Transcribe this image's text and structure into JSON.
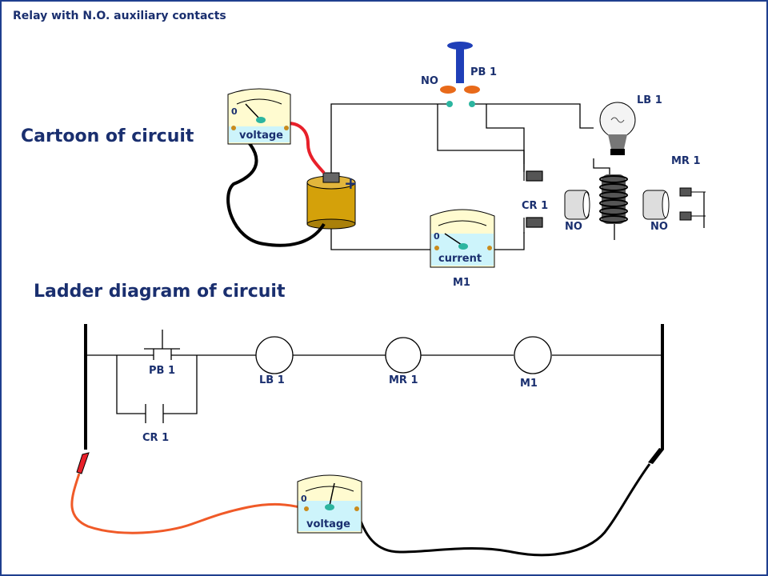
{
  "title": "Relay with N.O. auxiliary contacts",
  "cartoon_heading": "Cartoon of circuit",
  "ladder_heading": "Ladder diagram of circuit",
  "cartoon": {
    "pb_label": "PB 1",
    "pb_no": "NO",
    "lamp_label": "LB 1",
    "mr_label": "MR 1",
    "cr_label": "CR 1",
    "no_left": "NO",
    "no_right": "NO",
    "m1_label": "M1",
    "voltmeter": {
      "zero": "0",
      "label": "voltage"
    },
    "ammeter": {
      "zero": "0",
      "label": "current"
    },
    "battery_sign": "+"
  },
  "ladder": {
    "pb_label": "PB 1",
    "cr_label": "CR 1",
    "lb_label": "LB 1",
    "mr_label": "MR 1",
    "m1_label": "M1",
    "voltmeter": {
      "zero": "0",
      "label": "voltage"
    }
  },
  "colors": {
    "wire": "#000000",
    "lead_red": "#e8202a",
    "lead_orange": "#f05a28",
    "battery": "#d4a10a",
    "meter_face": "#fffbd0",
    "meter_scale": "#cdf4fb",
    "text": "#1a2f6f",
    "contact_green": "#2cb5a0",
    "pb_orange": "#e86a1a",
    "pb_blue": "#1f3fb8"
  }
}
